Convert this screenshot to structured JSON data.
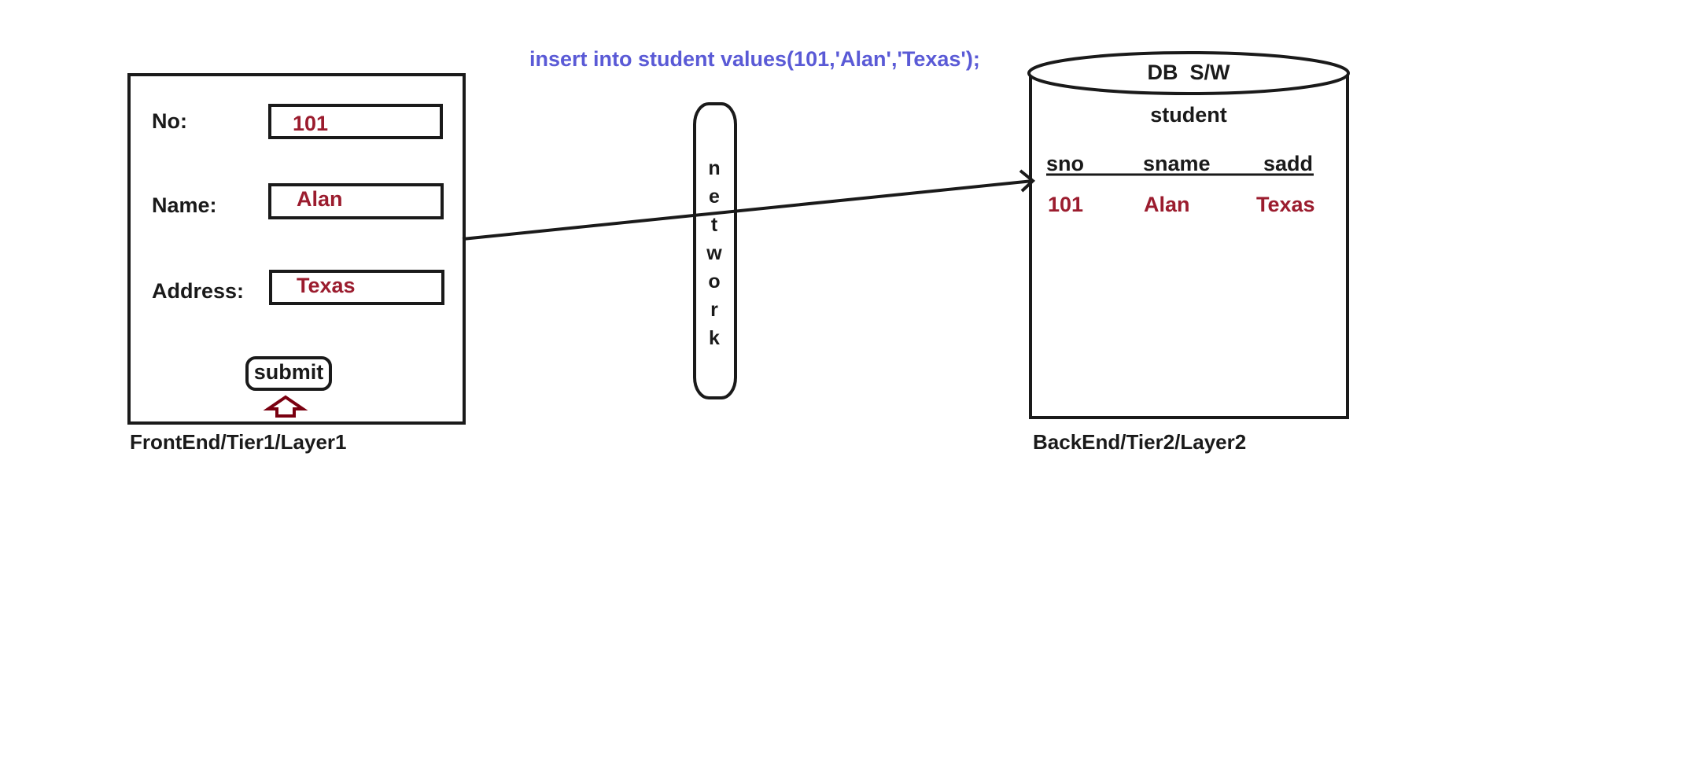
{
  "colors": {
    "ink": "#1a1a1a",
    "value": "#9b1c2e",
    "sql": "#5a5ad6",
    "arrow_up": "#7a0010",
    "background": "#ffffff"
  },
  "sql_statement": "insert into student values(101,'Alan','Texas');",
  "frontend": {
    "caption": "FrontEnd/Tier1/Layer1",
    "fields": [
      {
        "label": "No:",
        "value": "101"
      },
      {
        "label": "Name:",
        "value": "Alan"
      },
      {
        "label": "Address:",
        "value": "Texas"
      }
    ],
    "submit_label": "submit",
    "submit_arrow_icon": "up-arrow-icon"
  },
  "network": {
    "letters": [
      "n",
      "e",
      "t",
      "w",
      "o",
      "r",
      "k"
    ]
  },
  "backend": {
    "caption": "BackEnd/Tier2/Layer2",
    "db_label": "DB  S/W",
    "table_name": "student",
    "columns": [
      "sno",
      "sname",
      "sadd"
    ],
    "rows": [
      [
        "101",
        "Alan",
        "Texas"
      ]
    ]
  }
}
